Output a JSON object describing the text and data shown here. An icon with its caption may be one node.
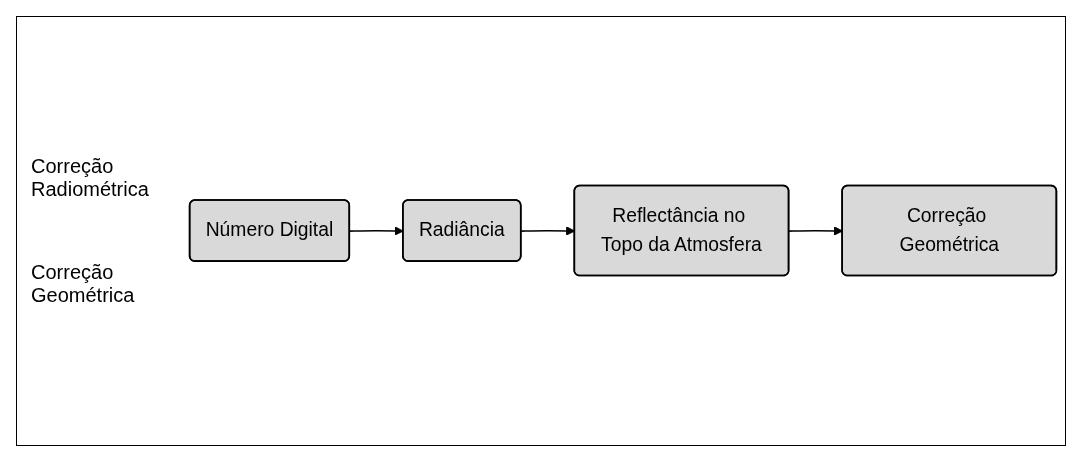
{
  "diagram": {
    "nodes": [
      {
        "text": [
          "Número Digital"
        ]
      },
      {
        "text": [
          "Radiância"
        ]
      },
      {
        "text": [
          "Reflectância no Topo da Atmosfera"
        ]
      },
      {
        "text": [
          "Correção Geométrica"
        ]
      }
    ],
    "edges": [
      {
        "from": 0,
        "to": 1,
        "arrow": "to"
      },
      {
        "from": 1,
        "to": 2,
        "arrow": "to"
      },
      {
        "from": 2,
        "to": 3,
        "arrow": "to"
      }
    ],
    "labels": [
      "Correção Radiométrica",
      "Correção Geométrica"
    ]
  }
}
